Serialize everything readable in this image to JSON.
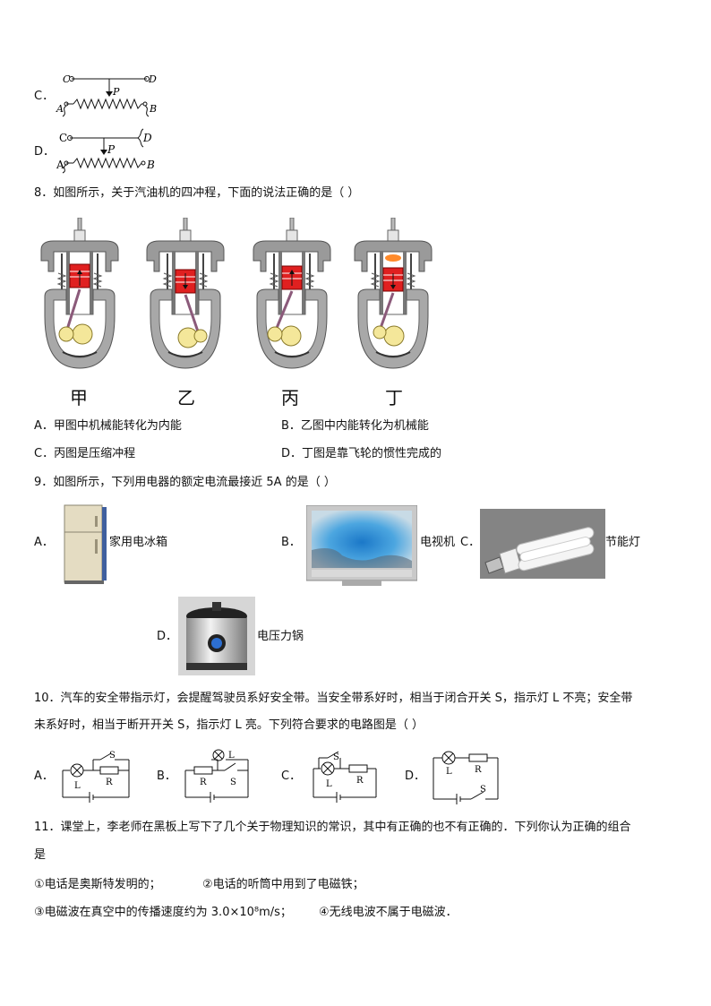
{
  "q7": {
    "optC": {
      "letter": "C．",
      "labels": {
        "c": "C",
        "d": "D",
        "p": "P",
        "a": "A",
        "b": "B"
      }
    },
    "optD": {
      "letter": "D．",
      "labels": {
        "c": "C",
        "d": "D",
        "p": "P",
        "a": "A",
        "b": "B"
      }
    }
  },
  "q8": {
    "stem": "8．如图所示，关于汽油机的四冲程，下面的说法正确的是（    ）",
    "captions": [
      "甲",
      "乙",
      "丙",
      "丁"
    ],
    "options": [
      "A．甲图中机械能转化为内能",
      "B．乙图中内能转化为机械能",
      "C．丙图是压缩冲程",
      "D．丁图是靠飞轮的惯性完成的"
    ]
  },
  "q9": {
    "stem": "9．如图所示，下列用电器的额定电流最接近 5A 的是（        ）",
    "letters": [
      "A．",
      "B．",
      "C．",
      "D．"
    ],
    "items": [
      "家用电冰箱",
      "电视机",
      "节能灯",
      "电压力锅"
    ]
  },
  "q10": {
    "stem_line1": "10．汽车的安全带指示灯，会提醒驾驶员系好安全带。当安全带系好时，相当于闭合开关 S，指示灯 L 不亮；安全带",
    "stem_line2": "未系好时，相当于断开开关 S，指示灯 L 亮。下列符合要求的电路图是（    ）",
    "letters": [
      "A．",
      "B．",
      "C．",
      "D．"
    ],
    "circuit_labels": {
      "l": "L",
      "r": "R",
      "s": "S"
    }
  },
  "q11": {
    "stem_line1": "11．课堂上，李老师在黑板上写下了几个关于物理知识的常识，其中有正确的也不有正确的．下列你认为正确的组合",
    "stem_line2": "是",
    "s1": "①电话是奥斯特发明的；",
    "s2": "②电话的听筒中用到了电磁铁；",
    "s3": "③电磁波在真空中的传播速度约为 3.0×10⁸m/s；",
    "s4": "④无线电波不属于电磁波．"
  }
}
